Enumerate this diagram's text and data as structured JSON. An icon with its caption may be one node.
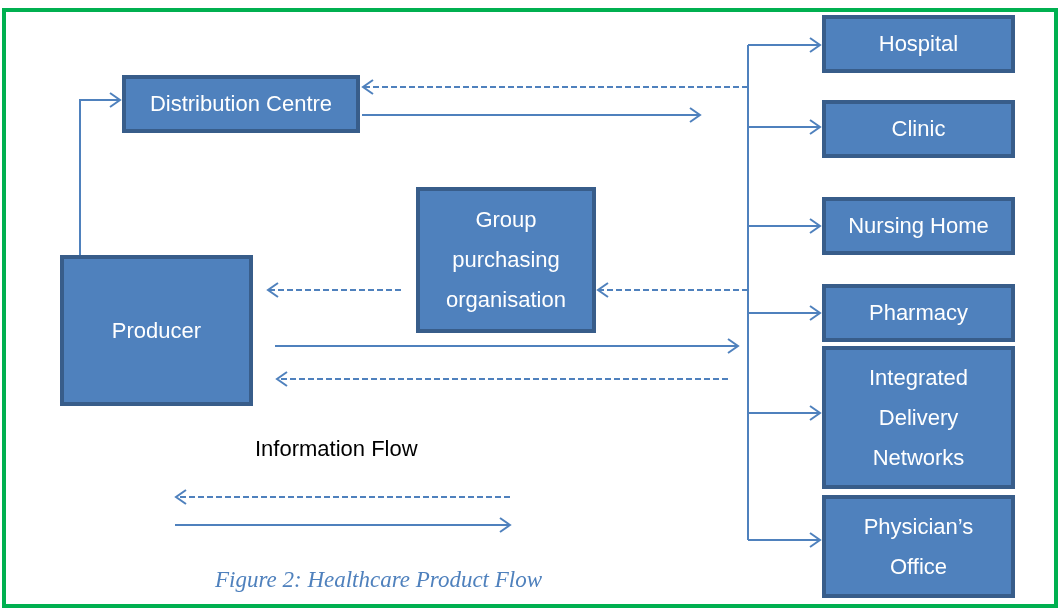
{
  "diagram": {
    "caption": "Figure 2: Healthcare Product Flow",
    "nodes": [
      {
        "text": [
          "Distribution Centre"
        ]
      },
      {
        "text": [
          "Group purchasing organisation"
        ]
      },
      {
        "text": [
          "Producer"
        ]
      },
      {
        "text": [
          "Hospital"
        ]
      },
      {
        "text": [
          "Clinic"
        ]
      },
      {
        "text": [
          "Nursing Home"
        ]
      },
      {
        "text": [
          "Pharmacy"
        ]
      },
      {
        "text": [
          "Integrated Delivery Networks"
        ]
      },
      {
        "text": [
          "Physician’s Office"
        ]
      }
    ],
    "edges": [
      {
        "from": 2,
        "to": 0,
        "arrow": "to"
      },
      {
        "from": null,
        "to": 0,
        "arrow": "to",
        "style": "dashed"
      },
      {
        "from": 0,
        "to": null,
        "arrow": "to"
      },
      {
        "from": null,
        "to": 1,
        "arrow": "to",
        "style": "dashed"
      },
      {
        "from": 1,
        "to": 2,
        "arrow": "to",
        "style": "dashed"
      },
      {
        "from": 2,
        "to": null,
        "arrow": "to"
      },
      {
        "from": null,
        "to": 2,
        "arrow": "to",
        "style": "dashed"
      },
      {
        "from": null,
        "to": 3,
        "arrow": "to"
      },
      {
        "from": null,
        "to": 4,
        "arrow": "to"
      },
      {
        "from": null,
        "to": 5,
        "arrow": "to"
      },
      {
        "from": null,
        "to": 6,
        "arrow": "to"
      },
      {
        "from": null,
        "to": 7,
        "arrow": "to"
      },
      {
        "from": null,
        "to": 8,
        "arrow": "to"
      }
    ],
    "labels": [
      "Information Flow"
    ]
  }
}
